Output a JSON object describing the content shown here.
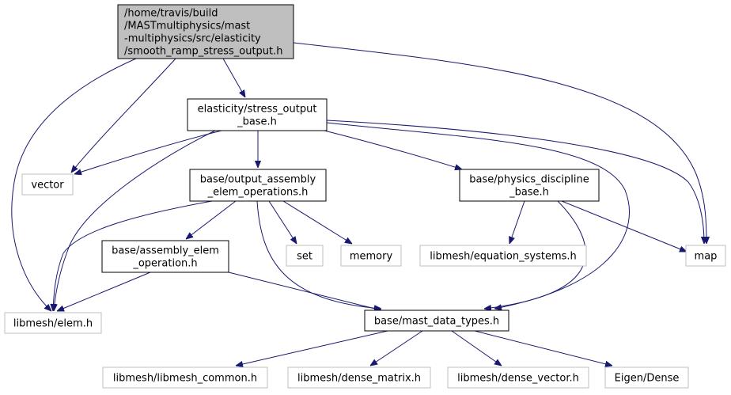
{
  "colors": {
    "edge": "#191970",
    "root_fill": "#bfbfbf",
    "root_border": "#000000",
    "documented_border": "#000000",
    "external_border": "#bfbfbf",
    "text": "#000000",
    "external_text": "#3f3f3f"
  },
  "nodes": {
    "root": {
      "lines": [
        "/home/travis/build",
        "/MASTmultiphysics/mast",
        "-multiphysics/src/elasticity",
        "/smooth_ramp_stress_output.h"
      ],
      "kind": "root"
    },
    "stress_output_base": {
      "lines": [
        "elasticity/stress_output",
        "_base.h"
      ],
      "kind": "documented"
    },
    "vector": {
      "lines": [
        "vector"
      ],
      "kind": "external"
    },
    "output_assembly": {
      "lines": [
        "base/output_assembly",
        "_elem_operations.h"
      ],
      "kind": "documented"
    },
    "physics_discipline": {
      "lines": [
        "base/physics_discipline",
        "_base.h"
      ],
      "kind": "documented"
    },
    "assembly_elem": {
      "lines": [
        "base/assembly_elem",
        "_operation.h"
      ],
      "kind": "documented"
    },
    "set": {
      "lines": [
        "set"
      ],
      "kind": "external"
    },
    "memory": {
      "lines": [
        "memory"
      ],
      "kind": "external"
    },
    "equation_systems": {
      "lines": [
        "libmesh/equation_systems.h"
      ],
      "kind": "external"
    },
    "map": {
      "lines": [
        "map"
      ],
      "kind": "external"
    },
    "elem": {
      "lines": [
        "libmesh/elem.h"
      ],
      "kind": "external"
    },
    "mast_data_types": {
      "lines": [
        "base/mast_data_types.h"
      ],
      "kind": "documented"
    },
    "libmesh_common": {
      "lines": [
        "libmesh/libmesh_common.h"
      ],
      "kind": "external"
    },
    "dense_matrix": {
      "lines": [
        "libmesh/dense_matrix.h"
      ],
      "kind": "external"
    },
    "dense_vector": {
      "lines": [
        "libmesh/dense_vector.h"
      ],
      "kind": "external"
    },
    "eigen_dense": {
      "lines": [
        "Eigen/Dense"
      ],
      "kind": "external"
    }
  },
  "edges": [
    [
      "root",
      "stress_output_base"
    ],
    [
      "root",
      "vector"
    ],
    [
      "root",
      "elem"
    ],
    [
      "root",
      "map"
    ],
    [
      "stress_output_base",
      "vector"
    ],
    [
      "stress_output_base",
      "output_assembly"
    ],
    [
      "stress_output_base",
      "physics_discipline"
    ],
    [
      "stress_output_base",
      "map"
    ],
    [
      "stress_output_base",
      "elem"
    ],
    [
      "stress_output_base",
      "mast_data_types"
    ],
    [
      "output_assembly",
      "assembly_elem"
    ],
    [
      "output_assembly",
      "set"
    ],
    [
      "output_assembly",
      "memory"
    ],
    [
      "output_assembly",
      "elem"
    ],
    [
      "output_assembly",
      "mast_data_types"
    ],
    [
      "physics_discipline",
      "equation_systems"
    ],
    [
      "physics_discipline",
      "map"
    ],
    [
      "physics_discipline",
      "mast_data_types"
    ],
    [
      "assembly_elem",
      "elem"
    ],
    [
      "assembly_elem",
      "mast_data_types"
    ],
    [
      "mast_data_types",
      "libmesh_common"
    ],
    [
      "mast_data_types",
      "dense_matrix"
    ],
    [
      "mast_data_types",
      "dense_vector"
    ],
    [
      "mast_data_types",
      "eigen_dense"
    ]
  ]
}
